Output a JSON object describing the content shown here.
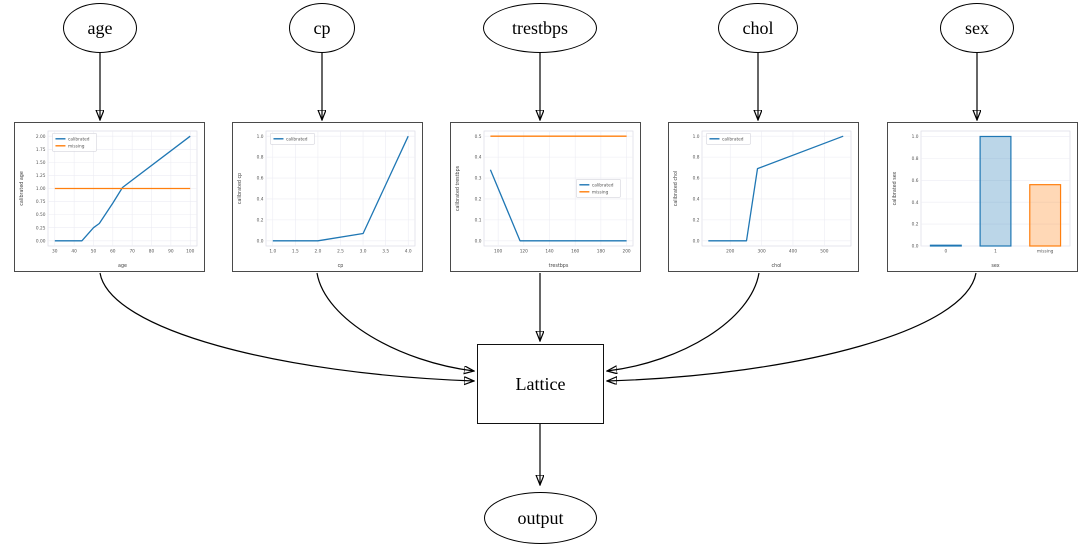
{
  "diagram": {
    "inputs": [
      "age",
      "cp",
      "trestbps",
      "chol",
      "sex"
    ],
    "lattice_label": "Lattice",
    "output_label": "output"
  },
  "colors": {
    "calibrated_line": "#1f77b4",
    "missing_line": "#ff7f0e",
    "node_stroke": "#000000",
    "chart_box_border": "#4a4a4a"
  },
  "chart_data": [
    {
      "type": "line",
      "title": "",
      "xlabel": "age",
      "ylabel": "calibrated age",
      "xlim": [
        26.5,
        103.5
      ],
      "ylim": [
        -0.1,
        2.1
      ],
      "xticks": [
        30,
        40,
        50,
        60,
        70,
        80,
        90,
        100
      ],
      "yticks": [
        0,
        0.25,
        0.5,
        0.75,
        1,
        1.25,
        1.5,
        1.75,
        2
      ],
      "xfmt": 0,
      "yfmt": 2,
      "grid": true,
      "series": [
        {
          "name": "calibrated",
          "color": "#1f77b4",
          "points": [
            [
              30,
              0
            ],
            [
              44,
              0
            ],
            [
              50,
              0.25
            ],
            [
              53,
              0.33
            ],
            [
              60,
              0.72
            ],
            [
              65,
              1.02
            ],
            [
              100,
              2.0
            ]
          ]
        },
        {
          "name": "missing",
          "color": "#ff7f0e",
          "points": [
            [
              30,
              1.0
            ],
            [
              100,
              1.0
            ]
          ]
        }
      ],
      "legend": {
        "x": 0.03,
        "y": 0.02,
        "entries": [
          {
            "label": "calibrated",
            "color": "#1f77b4"
          },
          {
            "label": "missing",
            "color": "#ff7f0e"
          }
        ]
      }
    },
    {
      "type": "line",
      "title": "",
      "xlabel": "cp",
      "ylabel": "calibrated cp",
      "xlim": [
        0.85,
        4.15
      ],
      "ylim": [
        -0.05,
        1.05
      ],
      "xticks": [
        1,
        1.5,
        2,
        2.5,
        3,
        3.5,
        4
      ],
      "yticks": [
        0,
        0.2,
        0.4,
        0.6,
        0.8,
        1
      ],
      "xfmt": 1,
      "yfmt": 1,
      "grid": true,
      "series": [
        {
          "name": "calibrated",
          "color": "#1f77b4",
          "points": [
            [
              1,
              0
            ],
            [
              2,
              0
            ],
            [
              3,
              0.07
            ],
            [
              4,
              1.0
            ]
          ]
        }
      ],
      "legend": {
        "x": 0.03,
        "y": 0.02,
        "entries": [
          {
            "label": "calibrated",
            "color": "#1f77b4"
          }
        ]
      }
    },
    {
      "type": "line",
      "title": "",
      "xlabel": "trestbps",
      "ylabel": "calibrated trestbps",
      "xlim": [
        89,
        205
      ],
      "ylim": [
        -0.025,
        0.525
      ],
      "xticks": [
        100,
        120,
        140,
        160,
        180,
        200
      ],
      "yticks": [
        0,
        0.1,
        0.2,
        0.3,
        0.4,
        0.5
      ],
      "xfmt": 0,
      "yfmt": 1,
      "grid": true,
      "series": [
        {
          "name": "calibrated",
          "color": "#1f77b4",
          "points": [
            [
              94,
              0.34
            ],
            [
              117,
              0
            ],
            [
              200,
              0
            ]
          ]
        },
        {
          "name": "missing",
          "color": "#ff7f0e",
          "points": [
            [
              94,
              0.5
            ],
            [
              200,
              0.5
            ]
          ]
        }
      ],
      "legend": {
        "x": 0.62,
        "y": 0.42,
        "entries": [
          {
            "label": "calibrated",
            "color": "#1f77b4"
          },
          {
            "label": "missing",
            "color": "#ff7f0e"
          }
        ]
      }
    },
    {
      "type": "line",
      "title": "",
      "xlabel": "chol",
      "ylabel": "calibrated chol",
      "xlim": [
        110,
        585
      ],
      "ylim": [
        -0.05,
        1.05
      ],
      "xticks": [
        200,
        300,
        400,
        500
      ],
      "yticks": [
        0,
        0.2,
        0.4,
        0.6,
        0.8,
        1
      ],
      "xfmt": 0,
      "yfmt": 1,
      "grid": true,
      "series": [
        {
          "name": "calibrated",
          "color": "#1f77b4",
          "points": [
            [
              130,
              0
            ],
            [
              252,
              0
            ],
            [
              287,
              0.69
            ],
            [
              560,
              1.0
            ]
          ]
        }
      ],
      "legend": {
        "x": 0.03,
        "y": 0.02,
        "entries": [
          {
            "label": "calibrated",
            "color": "#1f77b4"
          }
        ]
      }
    },
    {
      "type": "bar",
      "title": "",
      "xlabel": "sex",
      "ylabel": "calibrated sex",
      "ylim": [
        0,
        1.05
      ],
      "yticks": [
        0,
        0.2,
        0.4,
        0.6,
        0.8,
        1
      ],
      "yfmt": 1,
      "grid": true,
      "categories": [
        "0",
        "1",
        "missing"
      ],
      "values": [
        0.007,
        1.0,
        0.56
      ],
      "bar_fill": [
        "rgba(31,119,180,0.3)",
        "rgba(31,119,180,0.3)",
        "rgba(255,127,14,0.3)"
      ],
      "bar_edge": [
        "#1f77b4",
        "#1f77b4",
        "#ff7f0e"
      ]
    }
  ]
}
